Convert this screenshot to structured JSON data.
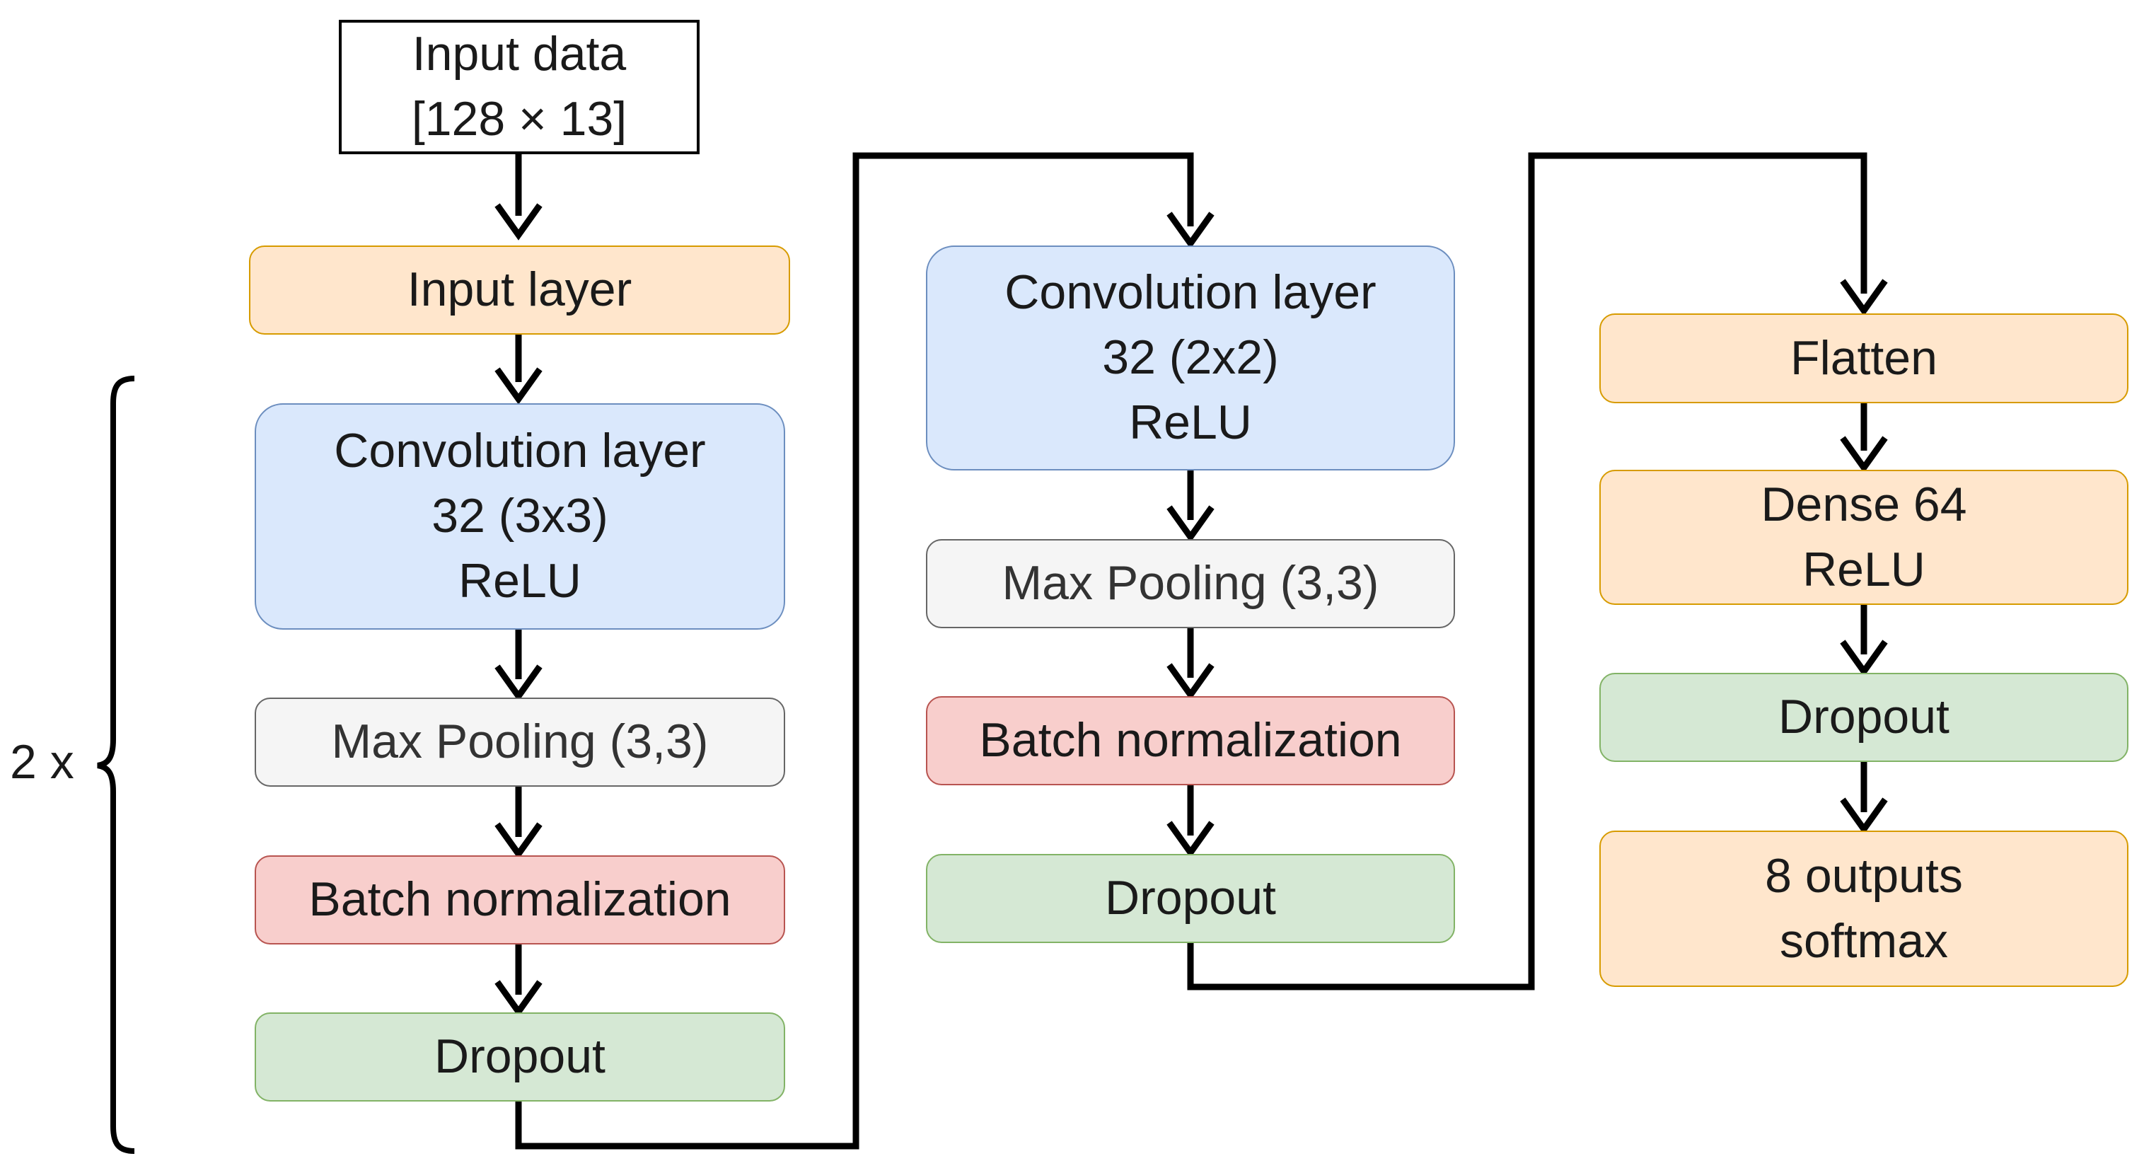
{
  "input_data": {
    "text": "Input data\n[128 × 13]"
  },
  "column1": {
    "input_layer": "Input layer",
    "conv": "Convolution layer\n32 (3x3)\nReLU",
    "maxpool": "Max Pooling (3,3)",
    "batchnorm": "Batch normalization",
    "dropout": "Dropout",
    "repeat_label": "2 x"
  },
  "column2": {
    "conv": "Convolution layer\n32 (2x2)\nReLU",
    "maxpool": "Max Pooling (3,3)",
    "batchnorm": "Batch normalization",
    "dropout": "Dropout"
  },
  "column3": {
    "flatten": "Flatten",
    "dense": "Dense 64\nReLU",
    "dropout": "Dropout",
    "output": "8 outputs\nsoftmax"
  },
  "colors": {
    "orange_fill": "#ffe6cc",
    "orange_stroke": "#d79b00",
    "blue_fill": "#dae8fc",
    "blue_stroke": "#6c8ebf",
    "gray_fill": "#f5f5f5",
    "gray_stroke": "#666666",
    "red_fill": "#f8cecc",
    "red_stroke": "#b85450",
    "green_fill": "#d5e8d4",
    "green_stroke": "#82b366",
    "connector": "#000000"
  }
}
